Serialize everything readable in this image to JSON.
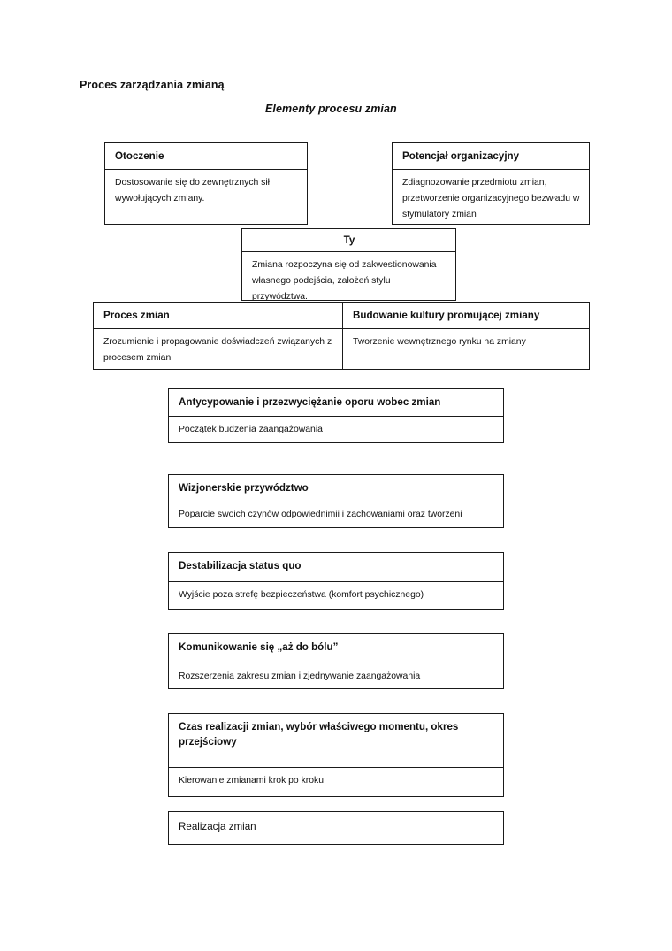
{
  "document": {
    "title": "Proces zarządzania zmianą",
    "subtitle": "Elementy procesu zmian"
  },
  "boxes": {
    "otoczenie": {
      "header": "Otoczenie",
      "body": "Dostosowanie się do zewnętrznych sił wywołujących zmiany."
    },
    "potencjal": {
      "header": "Potencjał organizacyjny",
      "body": "Zdiagnozowanie przedmiotu zmian, przetworzenie organizacyjnego bezwładu w stymulatory zmian"
    },
    "ty": {
      "header": "Ty",
      "body": "Zmiana rozpoczyna się od zakwestionowania własnego podejścia, założeń stylu przywództwa."
    },
    "proces": {
      "header": "Proces zmian",
      "body": "Zrozumienie i propagowanie doświadczeń związanych z procesem zmian"
    },
    "budowanie": {
      "header": "Budowanie kultury promującej zmiany",
      "body": "Tworzenie wewnętrznego rynku na zmiany"
    },
    "antycypowanie": {
      "header": "Antycypowanie i przezwyciężanie oporu wobec zmian",
      "body": "Początek budzenia zaangażowania"
    },
    "wizjonerskie": {
      "header": "Wizjonerskie przywództwo",
      "body": "Poparcie swoich czynów odpowiednimii i zachowaniami oraz tworzeni"
    },
    "destabilizacja": {
      "header": "Destabilizacja status quo",
      "body": "Wyjście poza strefę bezpieczeństwa (komfort psychicznego)"
    },
    "komunikowanie": {
      "header": "Komunikowanie się „aż do bólu”",
      "body": "Rozszerzenia zakresu zmian i zjednywanie zaangażowania"
    },
    "czas": {
      "header": "Czas realizacji zmian, wybór właściwego momentu, okres przejściowy",
      "body": "Kierowanie zmianami krok po kroku"
    },
    "realizacja": {
      "label": "Realizacja zmian"
    }
  }
}
